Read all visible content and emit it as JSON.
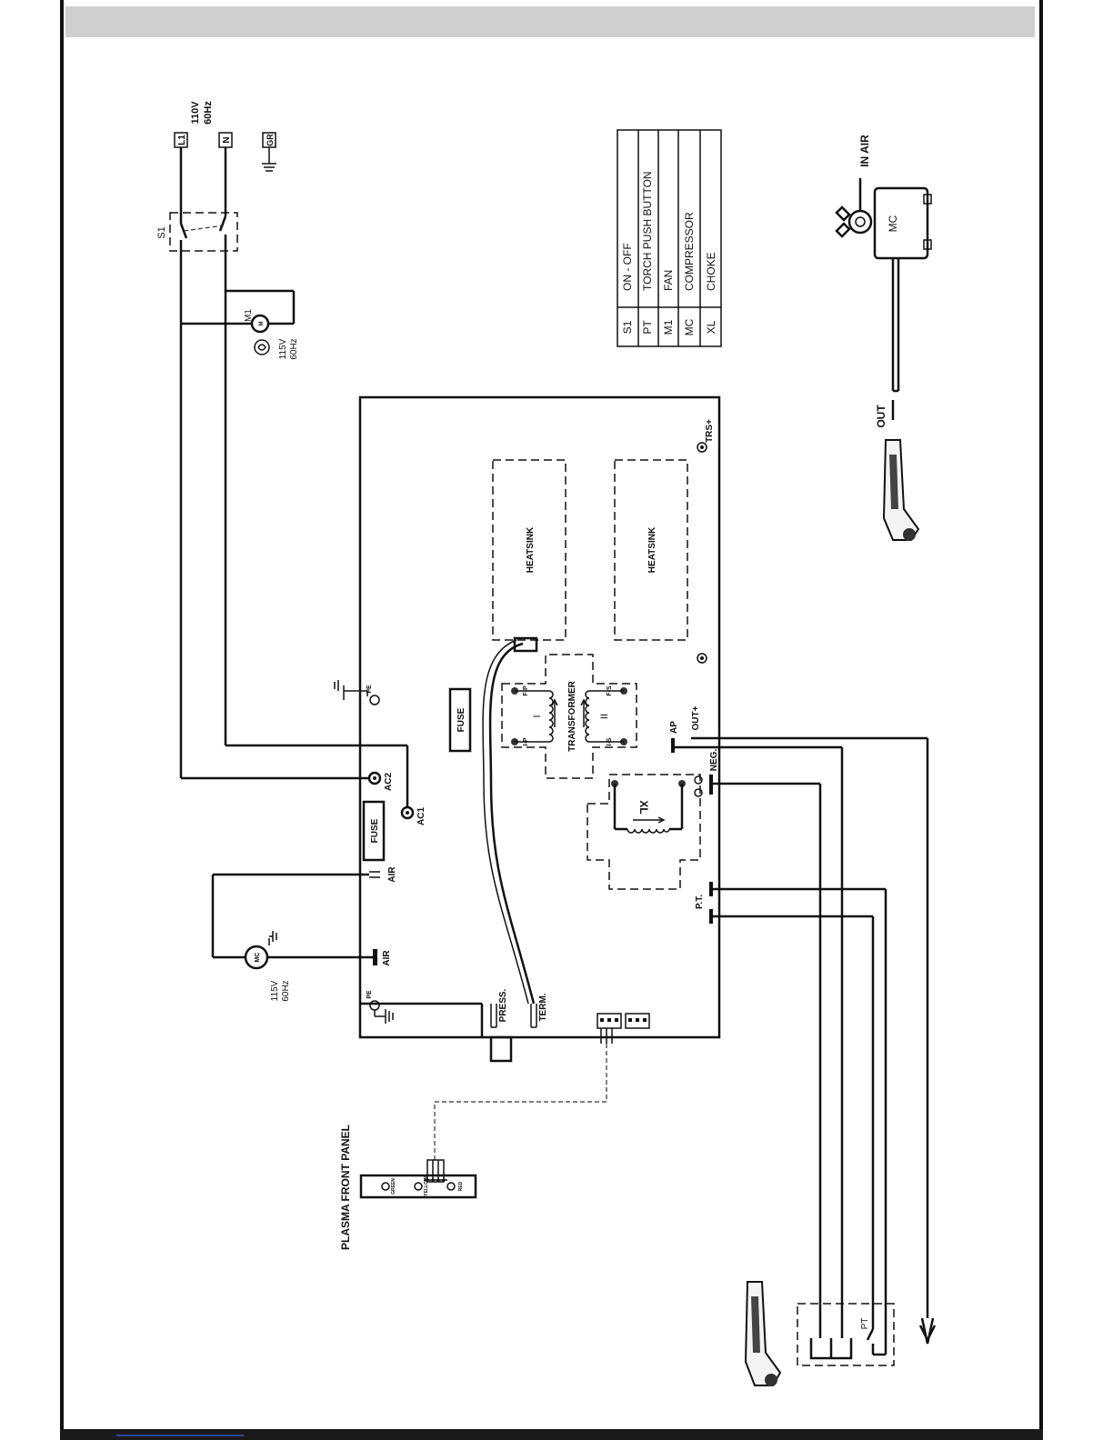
{
  "colors": {
    "header_band": "#cfcfcf",
    "frame": "#111111",
    "footer": "#1a1a1a",
    "ink": "#111111"
  },
  "supply": {
    "l1": "L1",
    "n": "N",
    "gr": "GR",
    "voltage": "110V",
    "freq": "60Hz"
  },
  "s1_label": "S1",
  "fan": {
    "label": "M1",
    "voltage": "115V",
    "freq": "60Hz"
  },
  "compressor": {
    "label": "MC",
    "voltage": "115V",
    "freq": "60Hz"
  },
  "legend": [
    {
      "code": "S1",
      "desc": "ON - OFF"
    },
    {
      "code": "PT",
      "desc": "TORCH PUSH BUTTON"
    },
    {
      "code": "M1",
      "desc": "FAN"
    },
    {
      "code": "MC",
      "desc": "COMPRESSOR"
    },
    {
      "code": "XL",
      "desc": "CHOKE"
    }
  ],
  "board": {
    "pe": "PE",
    "fuse": "FUSE",
    "ac1": "AC1",
    "ac2": "AC2",
    "air": "AIR",
    "press": "PRESS.",
    "term": "TERM.",
    "heatsink": "HEATSINK",
    "transformer": "TRANSFORMER",
    "primary": "I",
    "secondary": "II",
    "fp": "F-P",
    "ip": "I-P",
    "fs": "F-S",
    "is": "I-S",
    "trs": "TRS+",
    "ap": "AP",
    "out_plus": "OUT+",
    "neg": "NEG.",
    "choke": "XL",
    "pt": "P.T."
  },
  "front_panel": {
    "title": "PLASMA FRONT PANEL",
    "green": "GREEN",
    "yellow": "YELLOW",
    "red": "RED"
  },
  "air_unit": {
    "label": "MC",
    "in_air": "IN AIR",
    "out": "OUT"
  },
  "torch_switch": "PT"
}
